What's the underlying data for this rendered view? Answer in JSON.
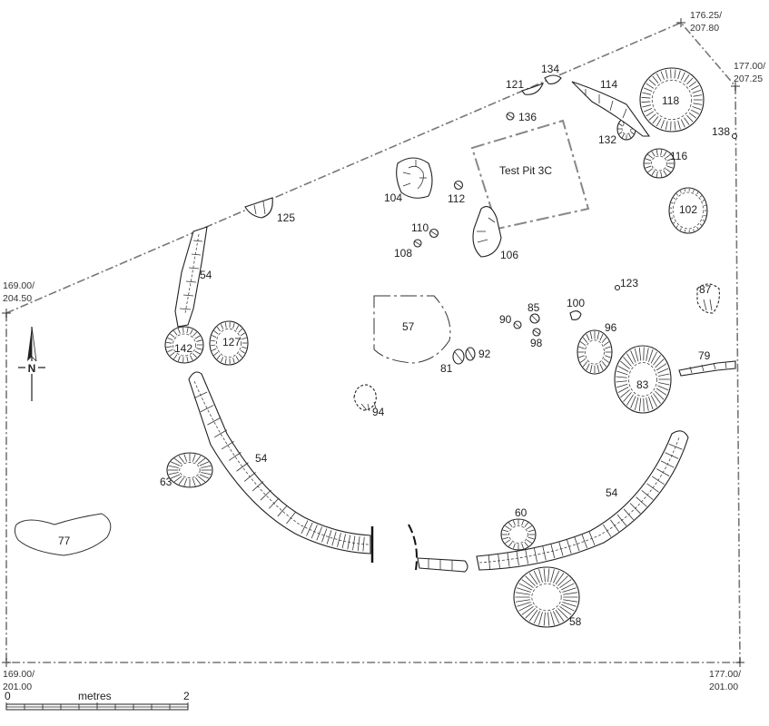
{
  "plan": {
    "corners": {
      "north_east_top": "176.25/\n207.80",
      "east_top": "177.00/\n207.25",
      "west_top": "169.00/\n204.50",
      "south_west": "169.00/\n201.00",
      "south_east": "177.00/\n201.00"
    },
    "north_label": "N",
    "scale": {
      "start": "0",
      "unit": "metres",
      "end": "2",
      "length_m": 2
    },
    "test_pit_label": "Test Pit 3C",
    "features": {
      "f54a": "54",
      "f54b": "54",
      "f54c": "54",
      "f57": "57",
      "f58": "58",
      "f60": "60",
      "f63": "63",
      "f77": "77",
      "f79": "79",
      "f81": "81",
      "f83": "83",
      "f85": "85",
      "f87": "87",
      "f90": "90",
      "f92": "92",
      "f94": "94",
      "f96": "96",
      "f98": "98",
      "f100": "100",
      "f102": "102",
      "f104": "104",
      "f106": "106",
      "f108": "108",
      "f110": "110",
      "f112": "112",
      "f114": "114",
      "f116": "116",
      "f118": "118",
      "f121": "121",
      "f123": "123",
      "f125": "125",
      "f127": "127",
      "f132": "132",
      "f134": "134",
      "f136": "136",
      "f138": "138",
      "f142": "142"
    }
  }
}
